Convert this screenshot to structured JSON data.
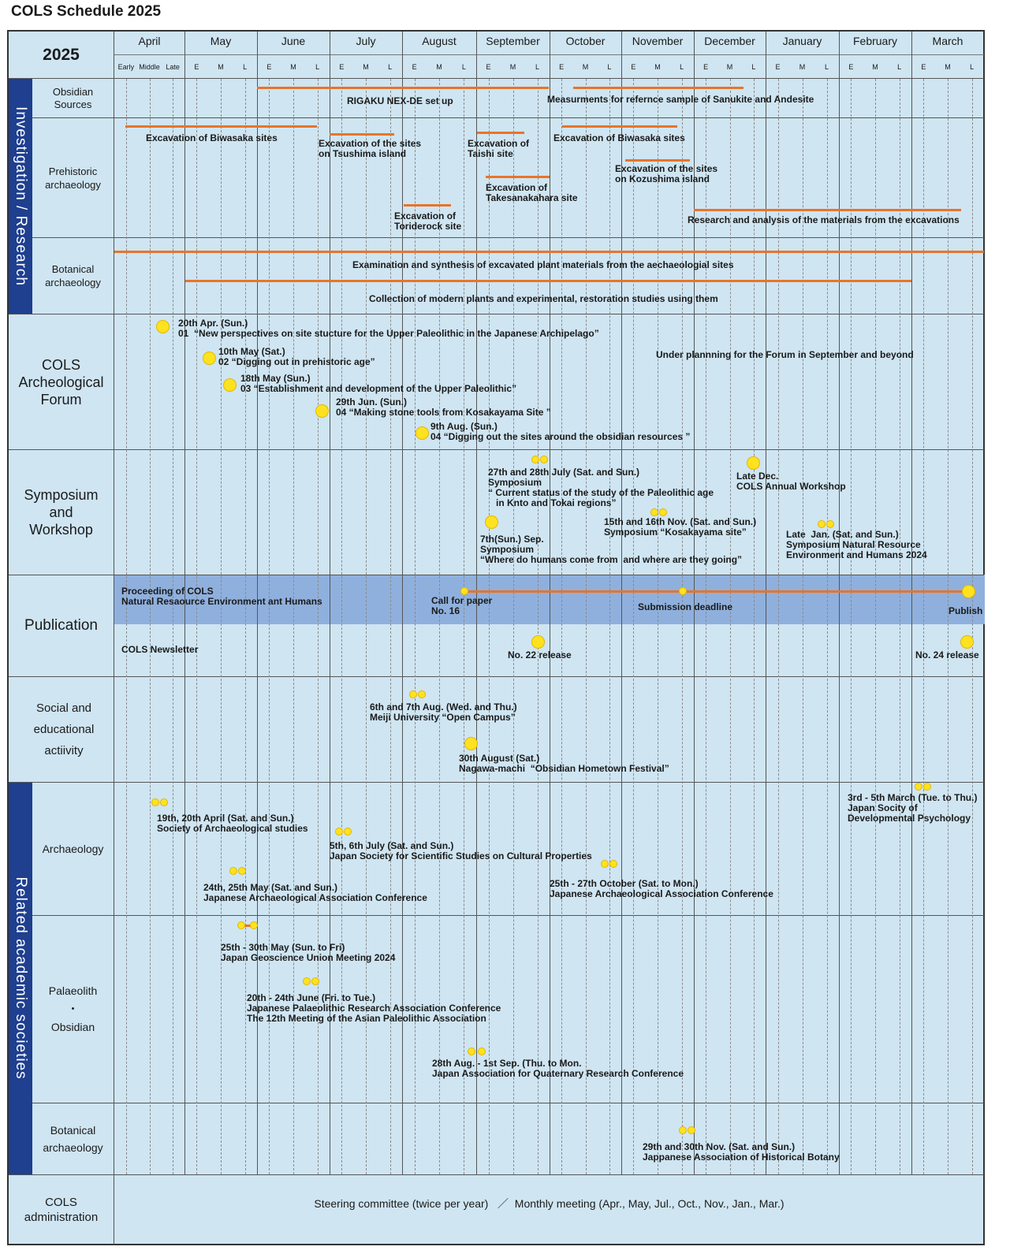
{
  "title": "COLS Schedule 2025",
  "header": {
    "year": "2025",
    "months": [
      "April",
      "May",
      "June",
      "July",
      "August",
      "September",
      "October",
      "November",
      "December",
      "January",
      "February",
      "March"
    ],
    "april_sub": [
      "Early",
      "Middle",
      "Late"
    ],
    "sub": [
      "E",
      "M",
      "L"
    ]
  },
  "sections": {
    "investigation": "Investigation  /  Research",
    "related": "Related  academic  societies"
  },
  "rows": {
    "obsidian_sources": "Obsidian\nSources",
    "prehistoric": "Prehistoric\narchaeology",
    "botanical1": "Botanical\narchaeology",
    "forum": "COLS\nArcheological\nForum",
    "symposium": "Symposium\nand\nWorkshop",
    "publication": "Publication",
    "social": "Social and\neducational\nactiivity",
    "archaeology": "Archaeology",
    "palaeolith": "Palaeolith\n・\nObsidian",
    "botanical2": "Botanical\narchaeology",
    "admin": "COLS\nadministration"
  },
  "labels": {
    "rigaku": "RIGAKU NEX-DE set up",
    "measurements": "Measurments for refernce sample of Sanukite and Andesite",
    "biwasaka1": "Excavation of Biwasaka sites",
    "tsushima": "Excavation of the sites\non Tsushima island",
    "taishi": "Excavation of\nTaishi site",
    "biwasaka2": "Excavation of Biwasaka sites",
    "kozushima": "Excavation of the sites\non Kozushima island",
    "takesanakahara": "Excavation of\nTakesanakahara site",
    "toriderock": "Excavation of\nToriderock site",
    "research_analysis": "Research and analysis of the materials from the excavations",
    "examination": "Examination and synthesis of excavated plant materials from the aechaeologial sites",
    "collection": "Collection of modern plants and experimental, restoration studies  using them",
    "forum1": "20th Apr. (Sun.)\n01  “New perspectives on site stucture for the Upper Paleolithic in the Japanese Archipelago”",
    "forum2": "10th May (Sat.)\n02 “Digging out in prehistoric age”",
    "forum3": "18th May (Sun.)\n03 “Establishment and development of the Upper Paleolithic”",
    "forum4": "29th Jun. (Sun.)\n04 “Making stone tools from Kosakayama Site ”",
    "forum5": "9th Aug. (Sun.)\n04 “Digging out the sites around the obsidian resources ”",
    "forum_planning": "Under plannning for the Forum in September and beyond",
    "sym1": "27th and 28th July (Sat. and Sun.)\nSymposium\n“ Current status of the study of the Paleolithic age\n   in Knto and Tokai regions”",
    "sym2": "Late Dec.\nCOLS Annual Workshop",
    "sym3": "15th and 16th Nov. (Sat. and Sun.)\nSymposium “Kosakayama site”",
    "sym4": "Late  Jan. (Sat. and Sun.)\nSymposium Natural Resource\nEnvironment and Humans 2024",
    "sym5": "7th(Sun.) Sep.\nSymposium\n“Where do humans come from  and where are they going”",
    "pub_proceeding": "Proceeding of COLS\nNatural Resaource Environment ant Humans",
    "pub_call": "Call for paper\nNo. 16",
    "pub_deadline": "Submission deadline",
    "pub_publish": "Publish",
    "pub_newsletter": "COLS Newsletter",
    "pub_22": "No. 22 release",
    "pub_24": "No. 24 release",
    "soc1": "6th and 7th Aug. (Wed. and Thu.)\nMeiji University “Open Campus”",
    "soc2": "30th August (Sat.)\nNagawa-machi  “Obsidian Hometown Festival”",
    "arc1": "19th, 20th April (Sat. and Sun.)\nSociety of Archaeological studies",
    "arc2": "5th, 6th July (Sat. and Sun.)\nJapan Society for Scientific Studies on Cultural Properties",
    "arc3": "24th, 25th May (Sat. and Sun.)\nJapanese Archaeological Association Conference",
    "arc4": "25th - 27th October (Sat. to Mon.)\nJapanese Archaeological Association Conference",
    "arc5": "3rd - 5th March (Tue. to Thu.)\nJapan Socity of\nDevelopmental Psychology",
    "pal1": "25th - 30th May (Sun. to Fri)\nJapan Geoscience Union Meeting 2024",
    "pal2": "20th - 24th June (Fri. to Tue.)\nJapanese Palaeolithic Research Association Conference\nThe 12th Meeting of the Asian Paleolithic Association",
    "pal3": "28th Aug. - 1st Sep. (Thu. to Mon.\nJapan Association for Quaternary Research Conference",
    "bot1": "29th and 30th Nov. (Sat. and Sun.)\nJappanese Association of Historical Botany",
    "admin_text": "Steering committee (twice per year)   ／  Monthly meeting (Apr., May, Jul., Oct., Nov., Jan., Mar.)"
  },
  "colors": {
    "bar": "#e8742a",
    "dot": "#ffe21f",
    "sidebar": "#1f3f8f",
    "background": "#cfe5f2",
    "publication_band": "#8fb0dd"
  }
}
